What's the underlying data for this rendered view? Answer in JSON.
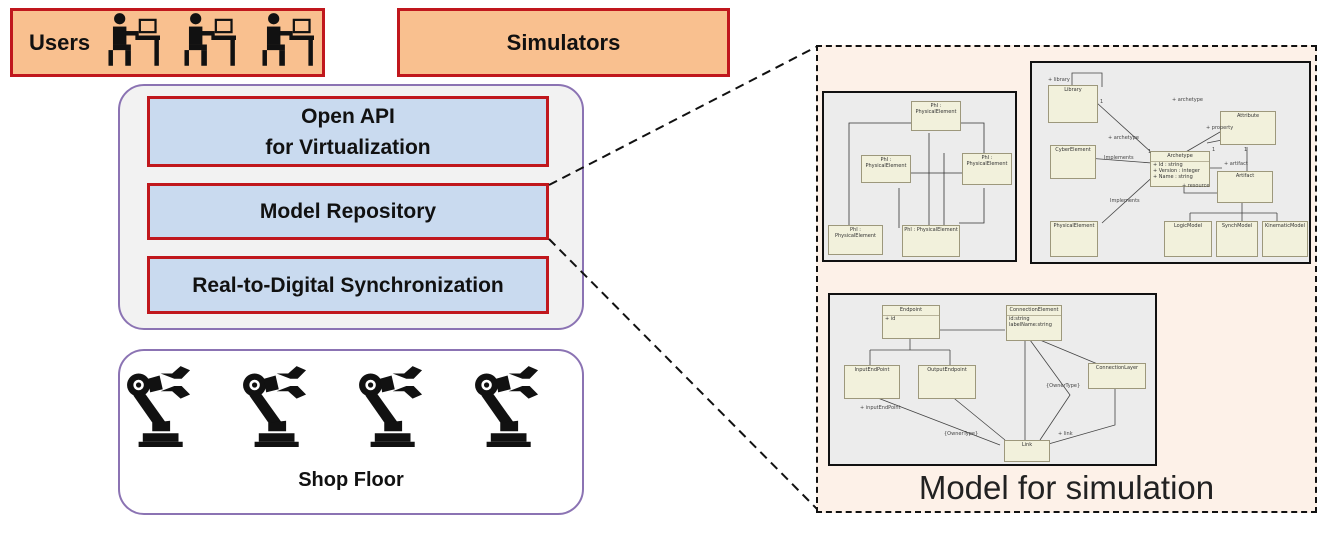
{
  "users_label": "Users",
  "simulators_label": "Simulators",
  "open_api_line1": "Open API",
  "open_api_line2": "for Virtualization",
  "model_repository_label": "Model Repository",
  "sync_label": "Real-to-Digital Synchronization",
  "shop_floor_label": "Shop Floor",
  "model_for_simulation_label": "Model for simulation",
  "colors": {
    "accent_red": "#c0171d",
    "orange_fill": "#f9c08f",
    "blue_fill": "#c9daef",
    "purple_border": "#8b73b3",
    "panel_bg": "#fdf1e8"
  },
  "icons": [
    "user-at-computer-icon",
    "robot-arm-icon"
  ],
  "uml1": {
    "classes": [
      {
        "title": "PhI : PhysicalElement"
      },
      {
        "title": "PhI : PhysicalElement"
      },
      {
        "title": "PhI : PhysicalElement"
      },
      {
        "title": "PhI : PhysicalElement"
      },
      {
        "title": "PhI : PhysicalElement"
      }
    ]
  },
  "uml2": {
    "classes": {
      "library": "Library",
      "archetype": "Archetype",
      "archetype_attrs": [
        "+ Id : string",
        "+ Version : integer",
        "+ Name : string"
      ],
      "attribute": "Attribute",
      "cyber": "CyberElement",
      "artifact": "Artifact",
      "physical": "PhysicalElement",
      "logic": "LogicModel",
      "synch": "SynchModel",
      "kinematic": "KinematicModel"
    },
    "labels": {
      "library_role": "+ library",
      "archetype_role": "+ archetype",
      "archetypes_role": "+ archetype",
      "property_role": "+ property",
      "artifact_role": "+ artifact",
      "resource_role": "+ resource",
      "implements1": "Implements",
      "implements2": "Implements",
      "m1": "1",
      "m2": "1",
      "m3": "1",
      "m4": "1"
    }
  },
  "uml3": {
    "classes": {
      "endpoint": "Endpoint",
      "endpoint_attr": "+ id",
      "connection": "ConnectionElement",
      "connection_attrs": [
        "id:string",
        "labelName:string"
      ],
      "inputendpoint": "InputEndPoint",
      "outputendpoint": "OutputEndpoint",
      "connectionlayer": "ConnectionLayer",
      "link": "Link"
    },
    "labels": {
      "inputendpoint_role": "+ inputEndPoint",
      "ownertype1": "{OwnerType}",
      "ownertype2": "{OwnerType}",
      "link_role": "+ link"
    }
  }
}
